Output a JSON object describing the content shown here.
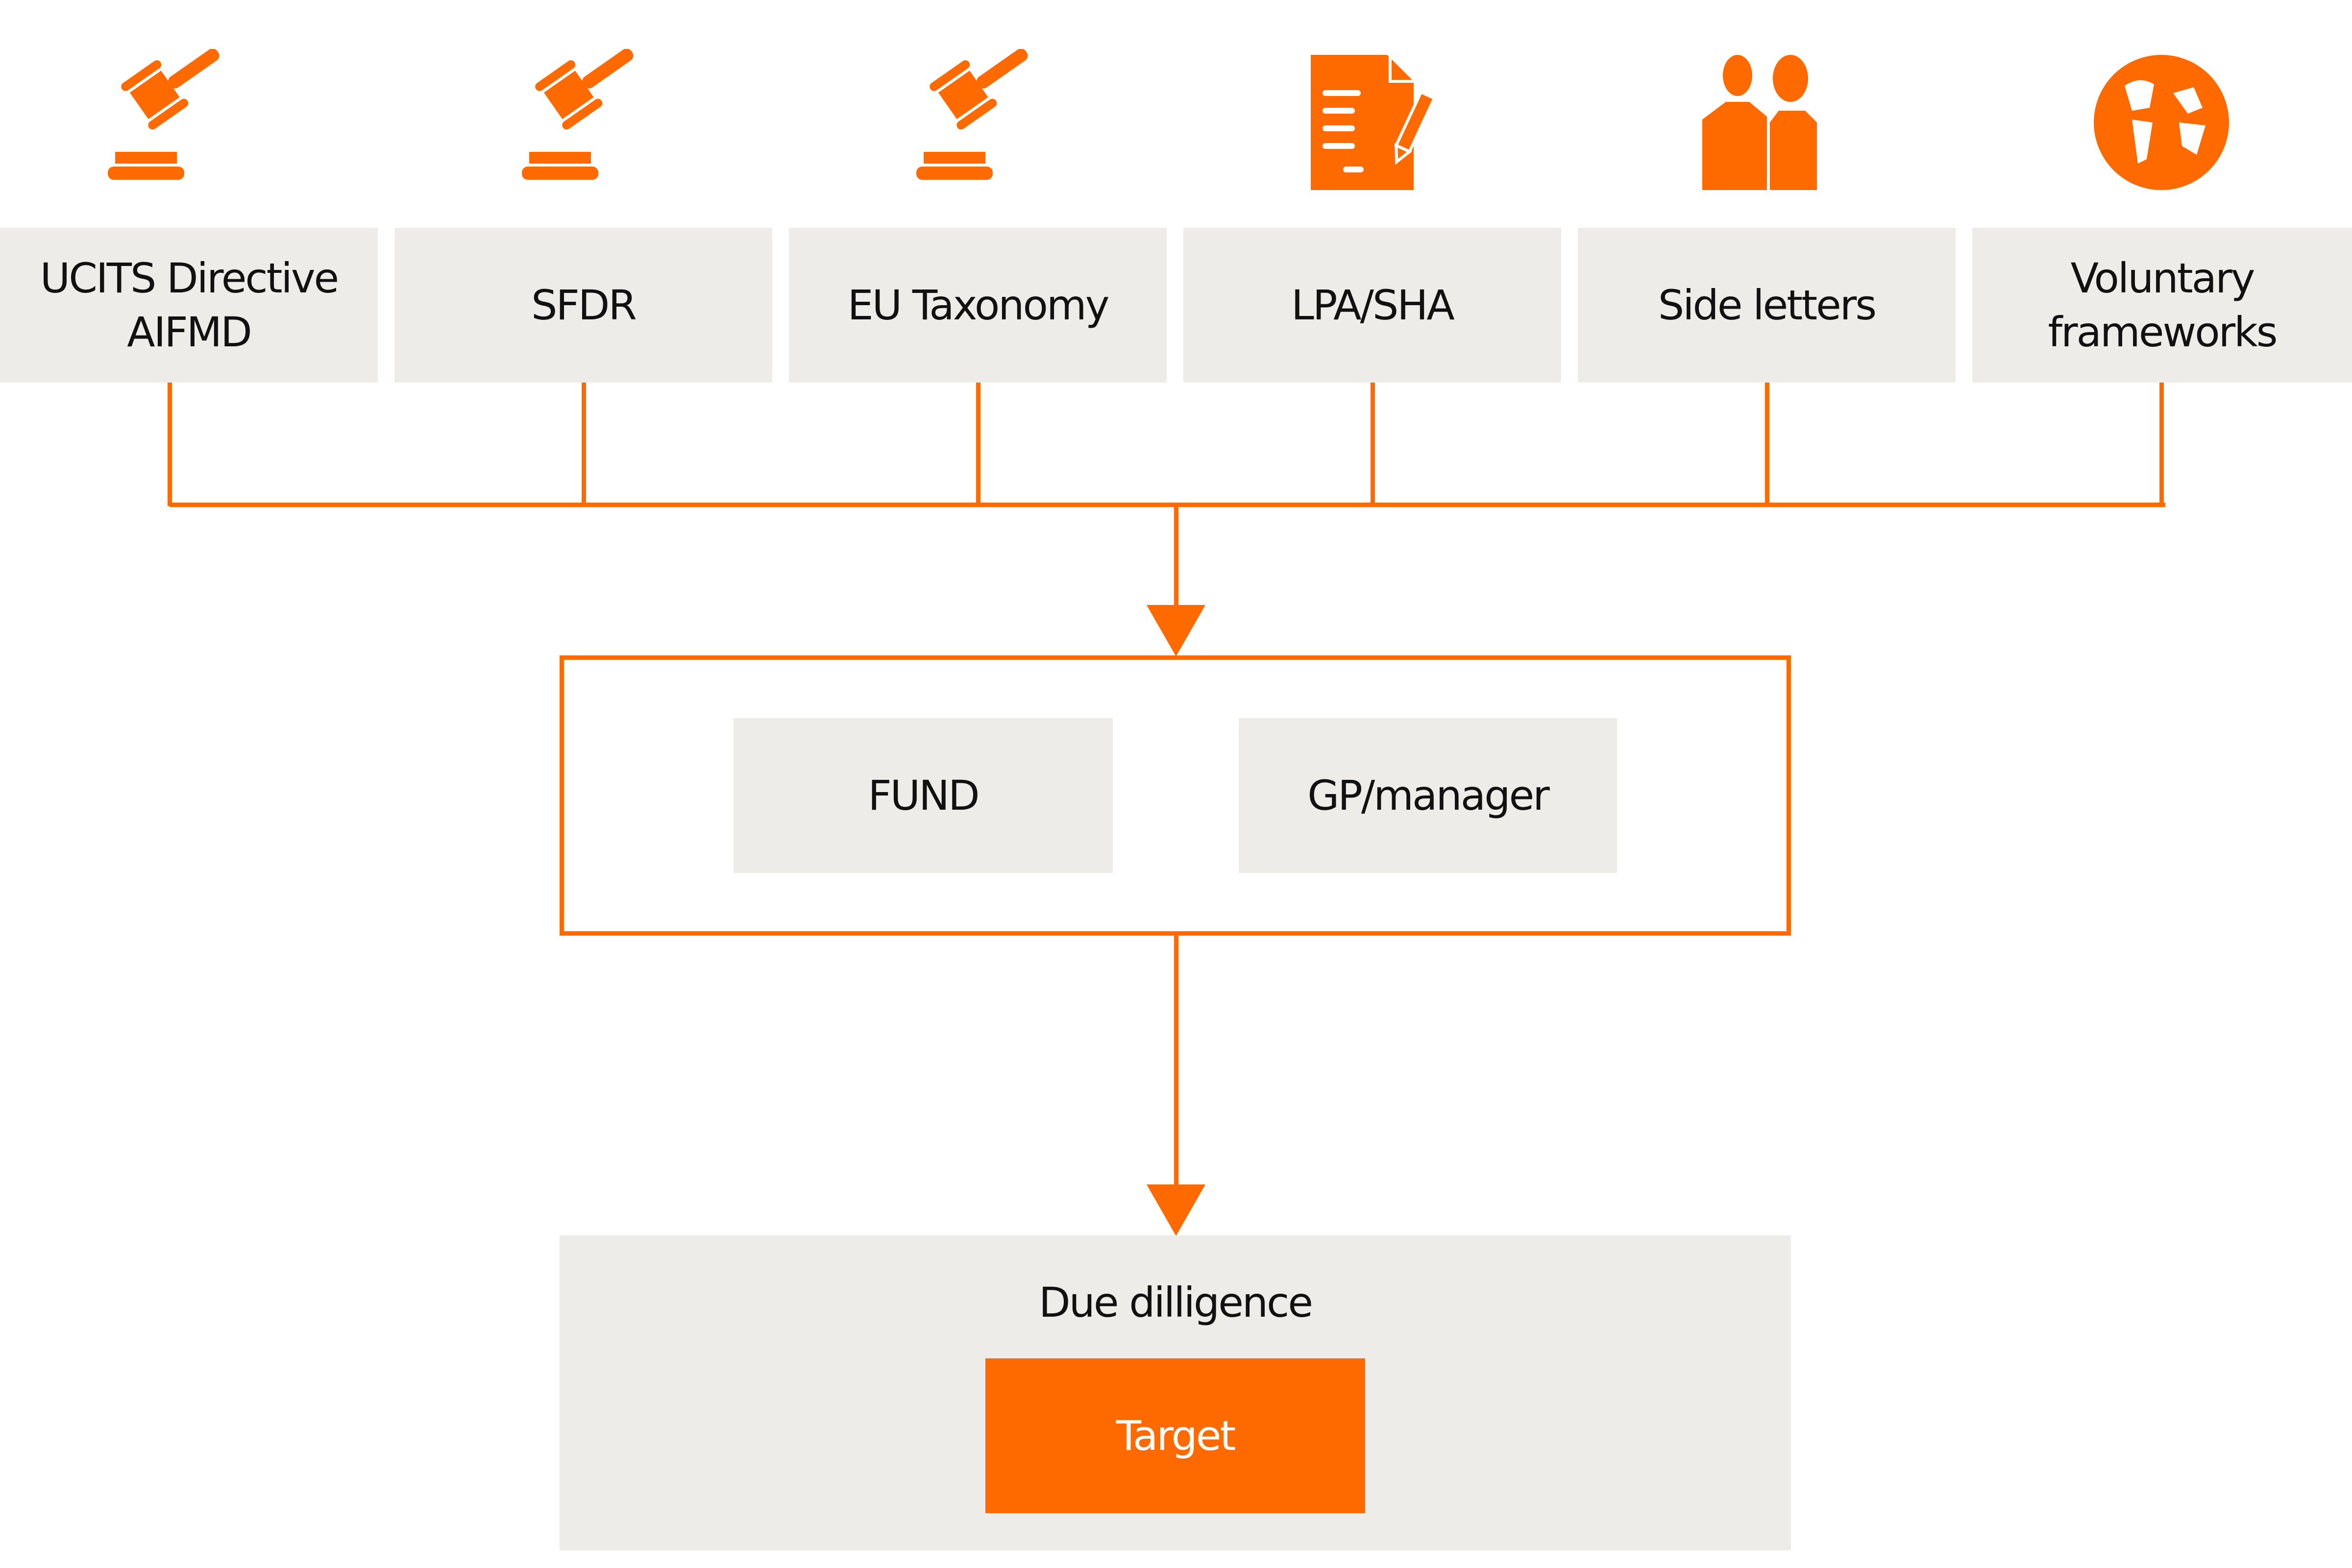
{
  "colors": {
    "accent": "#ff6a00",
    "box_fill": "#eeece8",
    "text": "#111111"
  },
  "sources": [
    {
      "label": "UCITS Directive\nAIFMD",
      "icon": "gavel-icon"
    },
    {
      "label": "SFDR",
      "icon": "gavel-icon"
    },
    {
      "label": "EU Taxonomy",
      "icon": "gavel-icon"
    },
    {
      "label": "LPA/SHA",
      "icon": "document-pen-icon"
    },
    {
      "label": "Side letters",
      "icon": "people-icon"
    },
    {
      "label": "Voluntary\nframeworks",
      "icon": "globe-icon"
    }
  ],
  "middle": {
    "fund": "FUND",
    "manager": "GP/manager"
  },
  "bottom": {
    "title": "Due dilligence",
    "target": "Target"
  }
}
